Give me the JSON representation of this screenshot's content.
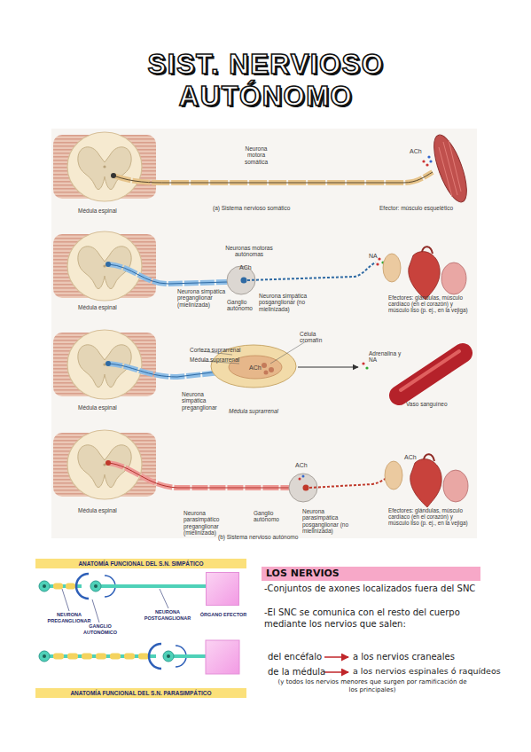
{
  "diagram": {
    "title": "SIST. NERVIOSO AUTÓNOMO",
    "nodes": [
      {
        "text": [
          "ANATOMÍA FUNCIONAL DEL S.N. SIMPÁTICO"
        ]
      },
      {
        "text": [
          "ÓRGANO EFECTOR"
        ]
      },
      {
        "text": [
          "ANATOMÍA FUNCIONAL DEL S.N. PARASIMPÁTICO"
        ]
      },
      {
        "text": [
          "LOS NERVIOS"
        ]
      }
    ],
    "labels": [
      "Neurona motora somática",
      "ACh",
      "Médula espinal",
      "(a) Sistema nervioso somático",
      "Efector: músculo esquelético",
      "Neuronas motoras autónomas",
      "ACh",
      "NA",
      "Neurona simpática preganglionar (mielinizada)",
      "Ganglio autónomo",
      "Neurona simpática posganglionar (no mielinizada)",
      "Médula espinal",
      "Efectores: glándulas, músculo cardíaco (en el corazón) y músculo liso (p. ej., en la vejiga)",
      "Corteza suprarrenal",
      "Médula suprarrenal",
      "Célula cromafín",
      "ACh",
      "Adrenalina y NA",
      "Médula espinal",
      "Neurona simpática preganglionar",
      "Médula suprarrenal",
      "Vaso sanguíneo",
      "ACh",
      "ACh",
      "Médula espinal",
      "Neurona parasimpático preganglionar (mielinizada)",
      "Ganglio autónomo",
      "Neurona parasimpática posganglionar (no mielinizada)",
      "Efectores: glándulas, músculo cardíaco (en el corazón) y músculo liso (p. ej., en la vejiga)",
      "(b) Sistema nervioso autónomo",
      "NEURONA PREGANGLIONAR",
      "GANGLIO AUTONÓMICO",
      "NEURONA POSTGANGLIONAR",
      "-Conjuntos de axones localizados fuera del SNC",
      "-El SNC se comunica con el resto del cuerpo mediante los nervios que salen:",
      "del encéfalo",
      "a los nervios craneales",
      "de la médula",
      "a los nervios espinales ó raquídeos",
      "(y todos los nervios menores que surgen por ramificación de los principales)"
    ]
  }
}
